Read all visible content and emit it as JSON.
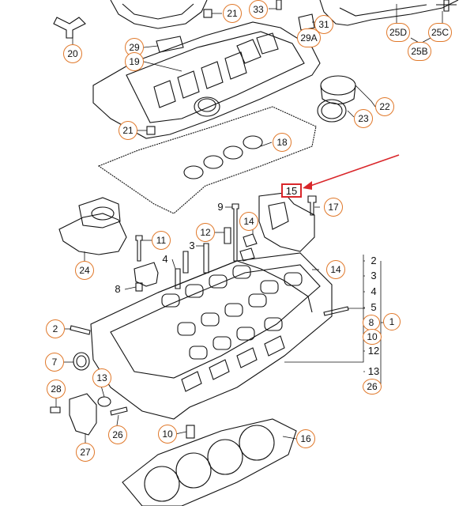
{
  "diagram": {
    "callouts": [
      "20",
      "21",
      "33",
      "31",
      "29A",
      "25D",
      "25C",
      "25B",
      "29",
      "19",
      "22",
      "23",
      "21",
      "18",
      "15",
      "17",
      "9",
      "14",
      "12",
      "11",
      "3",
      "4",
      "24",
      "14",
      "8",
      "2",
      "7",
      "13",
      "28",
      "27",
      "26",
      "10",
      "16",
      "2",
      "3",
      "4",
      "5",
      "8",
      "1",
      "10",
      "12",
      "13",
      "26"
    ],
    "highlight_label": "15",
    "highlight_color": "#d9262a",
    "callout_color": "#e0782a"
  }
}
